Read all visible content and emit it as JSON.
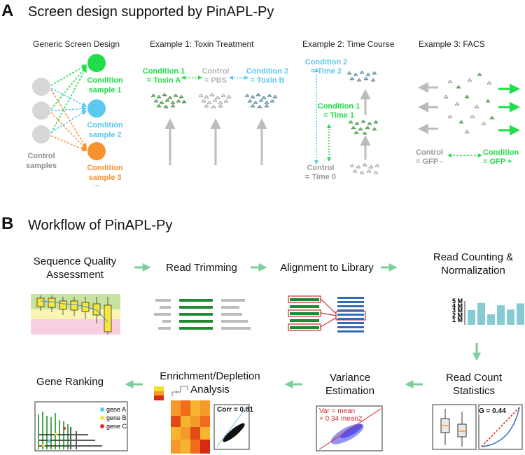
{
  "panelA": {
    "letter": "A",
    "title": "Screen design supported by PinAPL-Py",
    "generic": {
      "title": "Generic Screen Design",
      "control_label": [
        "Control",
        "samples"
      ],
      "conditions": [
        {
          "label": [
            "Condition",
            "sample 1"
          ],
          "color": "#22dd4a"
        },
        {
          "label": [
            "Condition",
            "sample 2"
          ],
          "color": "#5bc8ee"
        },
        {
          "label": [
            "Condition",
            "sample 3"
          ],
          "color": "#f7922e"
        }
      ],
      "ellipsis": "..."
    },
    "example1": {
      "title": "Example 1:  Toxin Treatment",
      "cond1": [
        "Condition 1",
        "= Toxin A"
      ],
      "control": [
        "Control",
        "= PBS"
      ],
      "cond2": [
        "Condition 2",
        "= Toxin B"
      ]
    },
    "example2": {
      "title": "Example 2:  Time Course",
      "cond2": [
        "Condition 2",
        "= Time 2"
      ],
      "cond1": [
        "Condition 1",
        "= Time 1"
      ],
      "control": [
        "Control",
        "= Time 0"
      ]
    },
    "example3": {
      "title": "Example 3:  FACS",
      "control": [
        "Control",
        "= GFP -"
      ],
      "condition": [
        "Condition",
        "= GFP +"
      ]
    }
  },
  "panelB": {
    "letter": "B",
    "title": "Workflow of PinAPL-Py",
    "steps": {
      "seq_quality": [
        "Sequence Quality",
        "Assessment"
      ],
      "trimming": [
        "Read Trimming"
      ],
      "alignment": [
        "Alignment to Library"
      ],
      "counting": [
        "Read Counting &",
        "Normalization"
      ],
      "count_stats": [
        "Read Count",
        "Statistics"
      ],
      "variance": [
        "Variance",
        "Estimation"
      ],
      "enrichment": [
        "Enrichment/Depletion",
        "Analysis"
      ],
      "ranking": [
        "Gene Ranking"
      ]
    },
    "bar_chart": {
      "type": "bar",
      "yticks": [
        "5 M",
        "4 M",
        "3 M",
        "2 M",
        "1 M"
      ],
      "values": [
        3.1,
        4.6,
        2.2,
        4.1,
        3.2,
        4.5
      ],
      "ylim": [
        0,
        5
      ]
    },
    "gini_label": "G = 0.44",
    "var_label": [
      "Var = mean",
      "+ 0.34 mean2"
    ],
    "corr_label": "Corr = 0.81",
    "ranking_legend": [
      {
        "label": "gene A",
        "color": "#5bc8ee"
      },
      {
        "label": "gene B",
        "color": "#f3e33a"
      },
      {
        "label": "gene C",
        "color": "#e03030"
      }
    ],
    "colors": {
      "arrow": "#7ccf9b",
      "green": "#1f8a2f",
      "blue": "#2f6eb5",
      "teal": "#86cbd3"
    }
  }
}
